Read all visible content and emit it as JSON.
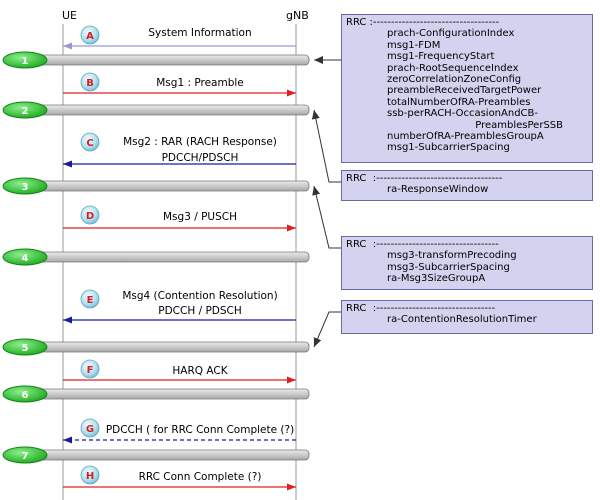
{
  "header": {
    "ue_label": "UE",
    "gnb_label": "gNB"
  },
  "messages": [
    {
      "letter": "A",
      "lines": [
        "System Information"
      ],
      "direction": "gnb-to-ue",
      "color": "#9a9ad0",
      "style": "solid"
    },
    {
      "letter": "B",
      "lines": [
        "Msg1 : Preamble"
      ],
      "direction": "ue-to-gnb",
      "color": "#e02020",
      "style": "solid"
    },
    {
      "letter": "C",
      "lines": [
        "Msg2 : RAR (RACH Response)",
        "PDCCH/PDSCH"
      ],
      "direction": "gnb-to-ue",
      "color": "#1a1aa0",
      "style": "solid"
    },
    {
      "letter": "D",
      "lines": [
        "Msg3 / PUSCH"
      ],
      "direction": "ue-to-gnb",
      "color": "#e02020",
      "style": "solid"
    },
    {
      "letter": "E",
      "lines": [
        "Msg4 (Contention Resolution)",
        "PDCCH / PDSCH"
      ],
      "direction": "gnb-to-ue",
      "color": "#1a1aa0",
      "style": "solid"
    },
    {
      "letter": "F",
      "lines": [
        "HARQ ACK"
      ],
      "direction": "ue-to-gnb",
      "color": "#e02020",
      "style": "solid"
    },
    {
      "letter": "G",
      "lines": [
        "PDCCH ( for RRC Conn Complete (?)"
      ],
      "direction": "gnb-to-ue",
      "color": "#1a1aa0",
      "style": "dashed"
    },
    {
      "letter": "H",
      "lines": [
        "RRC Conn Complete (?)"
      ],
      "direction": "ue-to-gnb",
      "color": "#e02020",
      "style": "solid"
    }
  ],
  "steps": [
    "1",
    "2",
    "3",
    "4",
    "5",
    "6",
    "7"
  ],
  "rrc_boxes": [
    {
      "header": "RRC :-----------------------------------",
      "items": [
        {
          "text": "prach-ConfigurationIndex"
        },
        {
          "text": "msg1-FDM"
        },
        {
          "text": "msg1-FrequencyStart"
        },
        {
          "text": "prach-RootSequenceIndex"
        },
        {
          "text": "zeroCorrelationZoneConfig"
        },
        {
          "text": "preambleReceivedTargetPower"
        },
        {
          "text": "totalNumberOfRA-Preambles"
        },
        {
          "text": "ssb-perRACH-OccasionAndCB-"
        },
        {
          "text": "PreamblesPerSSB",
          "continuation": true
        },
        {
          "text": "numberOfRA-PreamblesGroupA"
        },
        {
          "text": "msg1-SubcarrierSpacing"
        }
      ]
    },
    {
      "header": "RRC  :-----------------------------------",
      "items": [
        {
          "text": "ra-ResponseWindow"
        }
      ]
    },
    {
      "header": "RRC  :----------------------------------",
      "items": [
        {
          "text": "msg3-transformPrecoding"
        },
        {
          "text": "msg3-SubcarrierSpacing"
        },
        {
          "text": "ra-Msg3SizeGroupA"
        }
      ]
    },
    {
      "header": "RRC  :---------------------------------",
      "items": [
        {
          "text": "ra-ContentionResolutionTimer"
        }
      ]
    }
  ],
  "colors": {
    "lifeline": "#9a9a9a",
    "step_bar": "#c4c4c4",
    "step_oval": "#2ecc2e",
    "letter_circle": "#8fd4e6",
    "letter_text": "#d02020",
    "rrc_fill": "#d3d3f0",
    "rrc_border": "#6a6aa8",
    "connector": "#333333"
  }
}
